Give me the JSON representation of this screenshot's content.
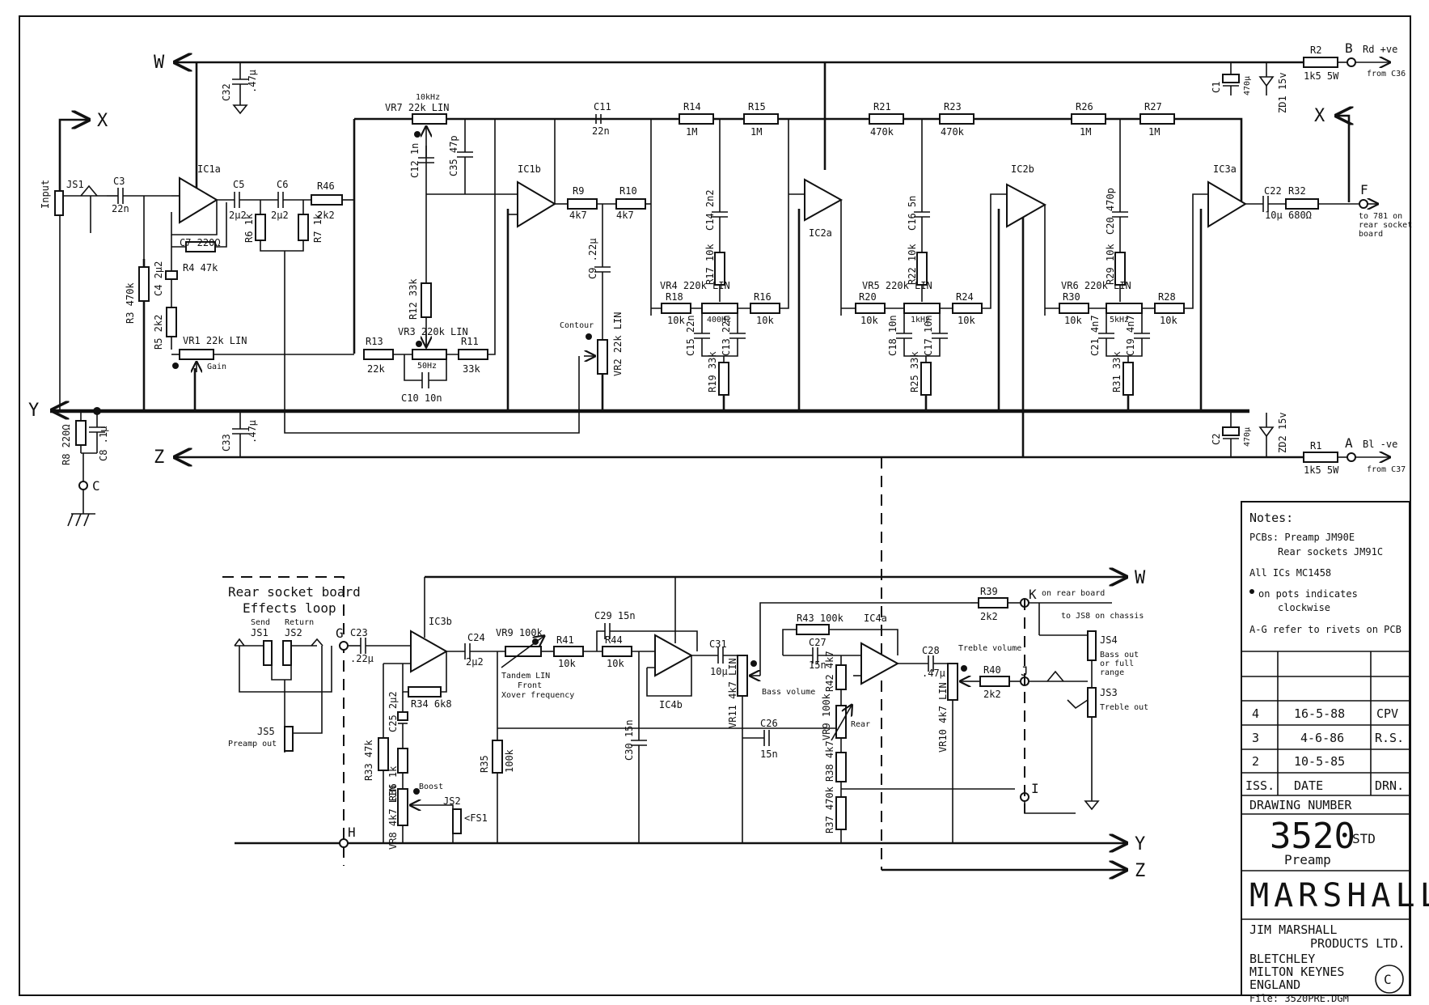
{
  "rails": {
    "w": "W",
    "x": "X",
    "y": "Y",
    "z": "Z"
  },
  "supply": {
    "r2": "R2",
    "r2_value": "1k5 5W",
    "b": "B",
    "rd_ve": "Rd +ve",
    "from_c36": "from C36",
    "c1": "C1",
    "c1_value": "470μ",
    "zd1": "ZD1 15v",
    "r1": "R1",
    "r1_value": "1k5 5W",
    "a": "A",
    "bl_ve": "Bl -ve",
    "from_c37": "from C37",
    "c2": "C2",
    "c2_value": "470μ",
    "zd2": "ZD2 15v",
    "c32": "C32",
    "c32_value": ".47μ",
    "c33": "C33",
    "c33_value": ".47μ",
    "r8": "R8 220Ω",
    "c8": "C8 .1μ",
    "c": "C"
  },
  "top": {
    "input": "Input",
    "js1": "JS1",
    "c3": "C3",
    "c3_value": "22n",
    "ic1a": "IC1a",
    "c5": "C5",
    "c5_value": "2μ2",
    "c6": "C6",
    "c6_value": "2μ2",
    "r46": "R46",
    "r46_value": "2k2",
    "r6": "R6 1k",
    "r7": "R7 1k",
    "c7": "C7 220Ω",
    "r4": "R4 47k",
    "c4": "C4 2μ2",
    "r3": "R3 470k",
    "r5": "R5 2k2",
    "vr1": "VR1 22k LIN",
    "gain": "Gain",
    "vr7": "VR7 22k LIN",
    "tenkhz": "10kHz",
    "c12": "C12 1n",
    "c35": "C35 47p",
    "r12": "R12 33k",
    "vr3": "VR3 220k LIN",
    "r13": "R13",
    "r13_value": "22k",
    "r11": "R11",
    "r11_value": "33k",
    "fiftyhz": "50Hz",
    "c10": "C10 10n",
    "ic1b": "IC1b",
    "r9": "R9",
    "r9_value": "4k7",
    "r10": "R10",
    "r10_value": "4k7",
    "c11": "C11",
    "c11_value": "22n",
    "c9": "C9 .22μ",
    "contour": "Contour",
    "vr2": "VR2 22k LIN",
    "r14": "R14",
    "r14_value": "1M",
    "r15": "R15",
    "r15_value": "1M",
    "c14": "C14 2n2",
    "r17": "R17 10k",
    "vr4": "VR4 220k LIN",
    "r18": "R18",
    "r18_value": "10k",
    "r16": "R16",
    "r16_value": "10k",
    "f400": "400Hz",
    "c15": "C15 22n",
    "c13": "C13 22n",
    "r19": "R19 33k",
    "ic2a": "IC2a",
    "r21": "R21",
    "r21_value": "470k",
    "r23": "R23",
    "r23_value": "470k",
    "c16": "C16 5n",
    "r22": "R22 10k",
    "vr5": "VR5 220k LIN",
    "r20": "R20",
    "r20_value": "10k",
    "r24": "R24",
    "r24_value": "10k",
    "f1k": "1kHz",
    "c18": "C18 10n",
    "c17": "C17 10n",
    "r25": "R25 33k",
    "ic2b": "IC2b",
    "r26": "R26",
    "r26_value": "1M",
    "r27": "R27",
    "r27_value": "1M",
    "c20": "C20 470p",
    "r29": "R29 10k",
    "vr6": "VR6 220k LIN",
    "r30": "R30",
    "r30_value": "10k",
    "r28": "R28",
    "r28_value": "10k",
    "f5k": "5kHz",
    "c21": "C21 4n7",
    "c19": "C19 4n7",
    "r31": "R31 33k",
    "ic3a": "IC3a",
    "c22": "C22",
    "c22_value": "10μ",
    "r32": "R32",
    "r32_value": "680Ω",
    "f": "F",
    "to_r": "to 781 on",
    "to_r2": "rear socket",
    "to_r3": "board"
  },
  "bottom": {
    "rear_socket_board": "Rear socket board",
    "effects_loop": "Effects loop",
    "send": "Send",
    "return": "Return",
    "js1": "JS1",
    "js2": "JS2",
    "js5": "JS5",
    "preamp_out": "Preamp out",
    "g": "G",
    "c23": "C23",
    "c23_value": ".22μ",
    "ic3b": "IC3b",
    "r34": "R34 6k8",
    "c25": "C25 2μ2",
    "r33": "R33 47k",
    "r36": "R36 1k",
    "vr8": "VR8 4k7 LIN",
    "boost": "Boost",
    "js2b": "JS2",
    "fs1": "<FS1",
    "h": "H",
    "c24": "C24",
    "c24_value": "2μ2",
    "vr9": "VR9 100k",
    "tandem": "Tandem LIN",
    "front": "Front",
    "xover": "Xover frequency",
    "r41": "R41",
    "r41_value": "10k",
    "c29": "C29 15n",
    "r44": "R44",
    "r44_value": "10k",
    "ic4b": "IC4b",
    "r35": "R35",
    "r35_value": "100k",
    "c30": "C30 15n",
    "c31": "C31",
    "c31_value": "10μ",
    "vr11": "VR11 4k7 LIN",
    "bass_volume": "Bass volume",
    "c26": "C26",
    "c26_value": "15n",
    "r43": "R43 100k",
    "ic4a": "IC4a",
    "c27": "C27",
    "c27_value": "15n",
    "r42": "R42 4k7",
    "vr9b": "VR9 100k",
    "rear": "Rear",
    "r38": "R38 4k7",
    "r37": "R37 470k",
    "c28": "C28",
    "c28_value": ".47μ",
    "treble_volume": "Treble volume",
    "vr10": "VR10 4k7 LIN",
    "r40": "R40",
    "r40_value": "2k2",
    "r39": "R39",
    "r39_value": "2k2",
    "k": "K",
    "on_rear_board": "on rear board",
    "to_js8": "to JS8 on chassis",
    "j": "J",
    "i": "I",
    "js4": "JS4",
    "bass_out": "Bass out",
    "or_full": "or full",
    "range": "range",
    "js3": "JS3",
    "treble_out": "Treble out"
  },
  "title_block": {
    "notes": "Notes:",
    "pcbs_1": "PCBs: Preamp JM90E",
    "pcbs_2": "Rear sockets JM91C",
    "ics": "All ICs MC1458",
    "pots_1": "on pots indicates",
    "pots_2": "clockwise",
    "rivets": "A-G refer to rivets on PCB",
    "revisions": [
      {
        "iss": "4",
        "date": "16-5-88",
        "drn": "CPV"
      },
      {
        "iss": "3",
        "date": "4-6-86",
        "drn": "R.S."
      },
      {
        "iss": "2",
        "date": "10-5-85",
        "drn": ""
      }
    ],
    "hdr_iss": "ISS.",
    "hdr_date": "DATE",
    "hdr_drn": "DRN.",
    "drawing_number_label": "DRAWING NUMBER",
    "number": "3520",
    "std": "STD",
    "preamp": "Preamp",
    "brand": "MARSHALL",
    "company_1": "JIM MARSHALL",
    "company_2": "PRODUCTS LTD.",
    "addr_1": "BLETCHLEY",
    "addr_2": "MILTON KEYNES",
    "addr_3": "ENGLAND",
    "file": "File: 3520PRE.DGM",
    "copyright": "C"
  }
}
